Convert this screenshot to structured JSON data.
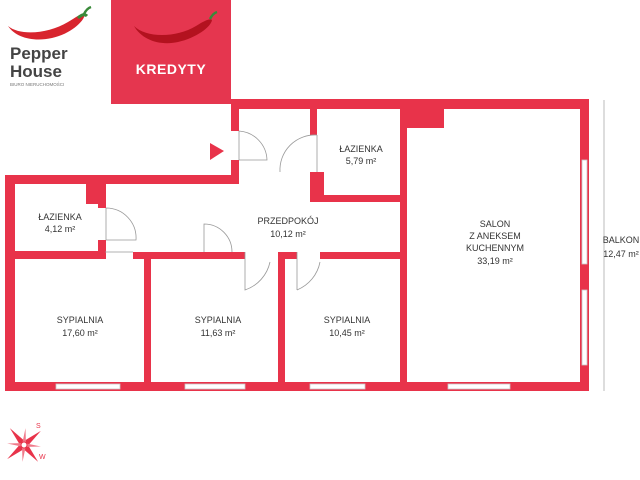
{
  "brand": {
    "line1": "Pepper",
    "line2": "House",
    "tagline": "BIURO NIERUCHOMOŚCI"
  },
  "banner": {
    "label": "KREDYTY"
  },
  "rooms": {
    "bathroom_small": {
      "name": "ŁAZIENKA",
      "area": "4,12 m²"
    },
    "bathroom_top": {
      "name": "ŁAZIENKA",
      "area": "5,79 m²"
    },
    "hall": {
      "name": "PRZEDPOKÓJ",
      "area": "10,12 m²"
    },
    "salon": {
      "line1": "SALON",
      "line2": "Z ANEKSEM",
      "line3": "KUCHENNYM",
      "area": "33,19 m²"
    },
    "balcony": {
      "name": "BALKON",
      "area": "12,47 m²"
    },
    "bedroom1": {
      "name": "SYPIALNIA",
      "area": "17,60 m²"
    },
    "bedroom2": {
      "name": "SYPIALNIA",
      "area": "11,63 m²"
    },
    "bedroom3": {
      "name": "SYPIALNIA",
      "area": "10,45 m²"
    }
  },
  "compass": {
    "s": "S",
    "w": "W"
  },
  "colors": {
    "wall": "#e8334a",
    "banner": "#e5364f",
    "pepper": "#d8252e",
    "stem": "#3a8a3a"
  },
  "icons": [
    "pepper-icon",
    "compass-rose-icon",
    "entrance-arrow-icon"
  ]
}
